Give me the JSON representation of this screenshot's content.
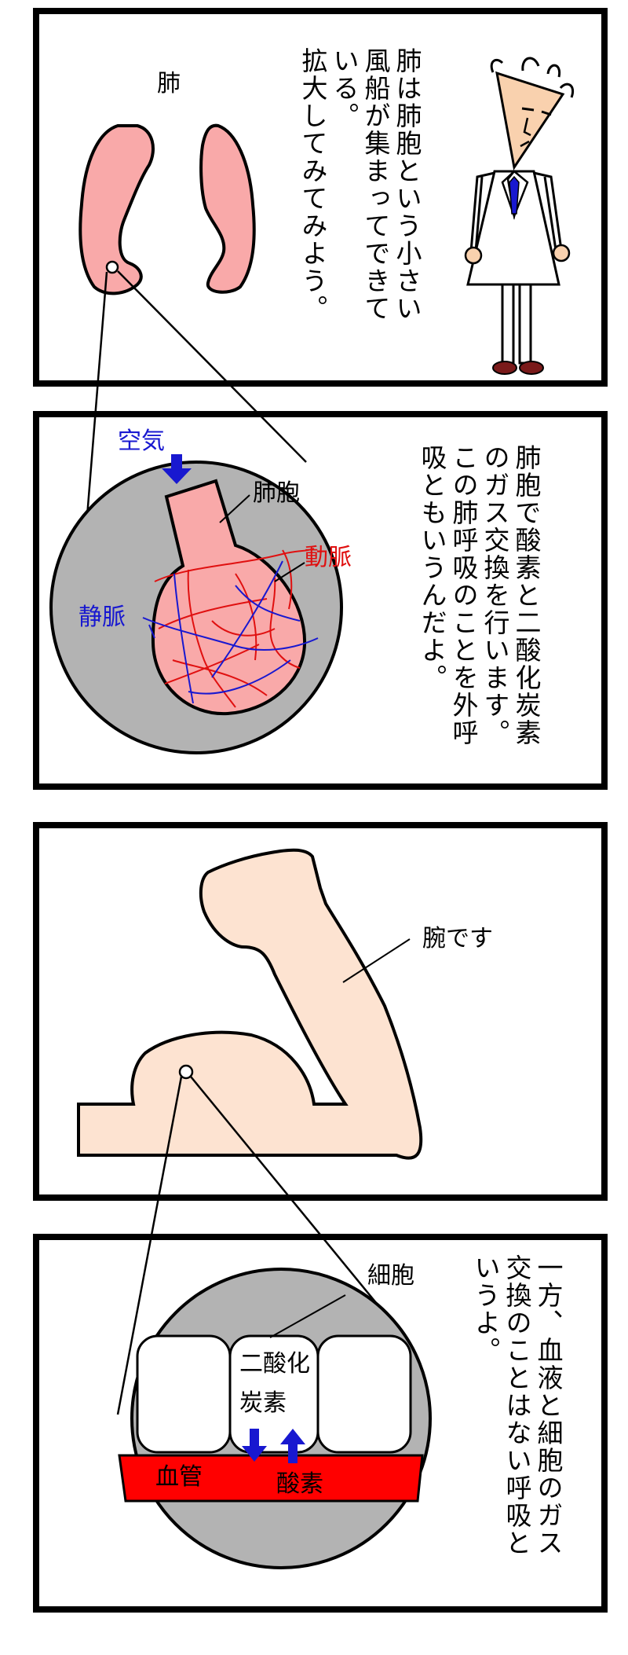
{
  "panel1": {
    "label_lung": "肺",
    "narration": [
      "肺は肺胞という小さい",
      "風船が集まってできて",
      "いる。",
      "拡大してみてみよう。"
    ]
  },
  "panel2": {
    "label_air": "空気",
    "label_alveolus": "肺胞",
    "label_artery": "動脈",
    "label_vein": "静脈",
    "narration": [
      "肺胞で酸素と二酸化炭素",
      "のガス交換を行います。",
      "この肺呼吸のことを外呼",
      "吸ともいうんだよ。"
    ]
  },
  "panel3": {
    "label_arm": "腕です"
  },
  "panel4": {
    "label_cell": "細胞",
    "label_co2_line1": "二酸化",
    "label_co2_line2": "炭素",
    "label_vessel": "血管",
    "label_oxygen": "酸素",
    "narration": [
      "一方、血液と細胞のガス",
      "交換のことはない呼吸と",
      "いうよ。"
    ]
  },
  "colors": {
    "border": "#000000",
    "lung_pink": "#f9a9a9",
    "tissue_gray": "#b3b3b3",
    "artery_red": "#e01010",
    "vein_blue": "#1818d0",
    "arm_skin": "#fde3d1",
    "vessel_red": "#ff0000",
    "face_skin": "#f9d1ae",
    "shoe_dark": "#7a1a1a"
  }
}
